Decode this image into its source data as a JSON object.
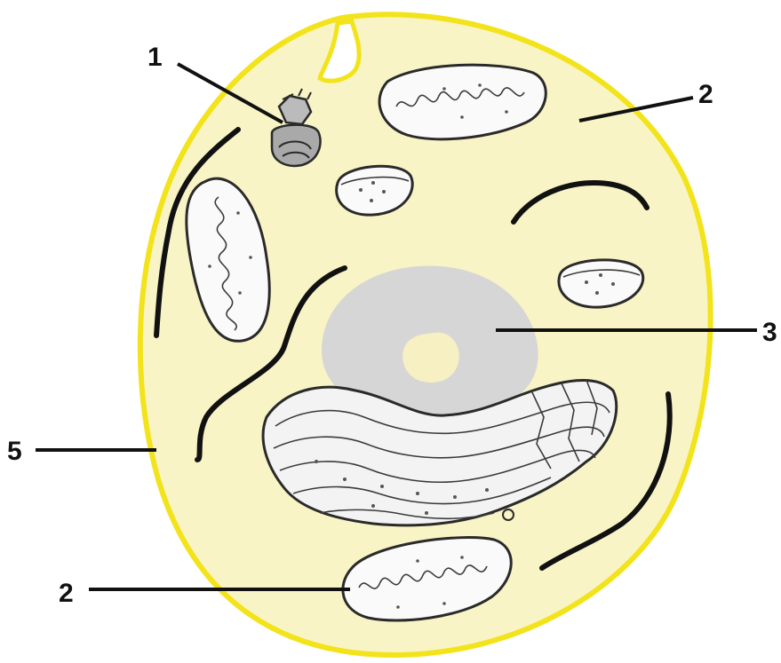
{
  "diagram": {
    "labels": {
      "centriole": "1",
      "cytoplasm": "2",
      "mitochondrion_bottom": "2",
      "nucleus": "3",
      "membrane": "5"
    },
    "colors": {
      "cytoplasm_fill": "#f9f4c6",
      "membrane_stroke": "#f2e31b",
      "nucleus_fill": "#d6d6d6",
      "nucleolus_fill": "#f6f0c3",
      "organelle_fill": "#fafafa",
      "line_color": "#111111"
    }
  }
}
